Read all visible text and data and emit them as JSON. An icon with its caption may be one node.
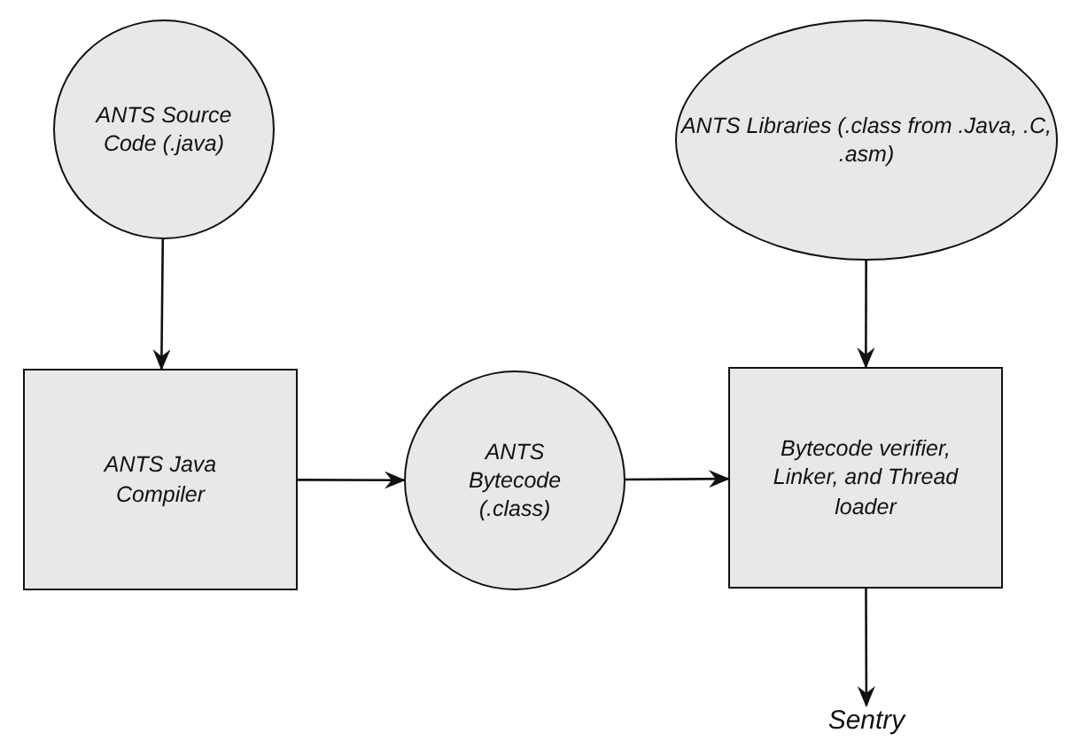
{
  "diagram": {
    "nodes": [
      {
        "text": [
          "ANTS Source Code (.java)"
        ]
      },
      {
        "text": [
          "ANTS Java Compiler"
        ]
      },
      {
        "text": [
          "ANTS Bytecode (.class)"
        ]
      },
      {
        "text": [
          "ANTS Libraries (.class from .Java, .C, .asm)"
        ]
      },
      {
        "text": [
          "Bytecode verifier, Linker, and Thread loader"
        ]
      },
      {
        "text": [
          "Sentry"
        ]
      }
    ],
    "edges": [
      {
        "from": 0,
        "to": 1,
        "arrow": "to"
      },
      {
        "from": 1,
        "to": 2,
        "arrow": "to"
      },
      {
        "from": 2,
        "to": 4,
        "arrow": "to"
      },
      {
        "from": 3,
        "to": 4,
        "arrow": "to"
      },
      {
        "from": 4,
        "to": 5,
        "arrow": "to"
      }
    ]
  }
}
